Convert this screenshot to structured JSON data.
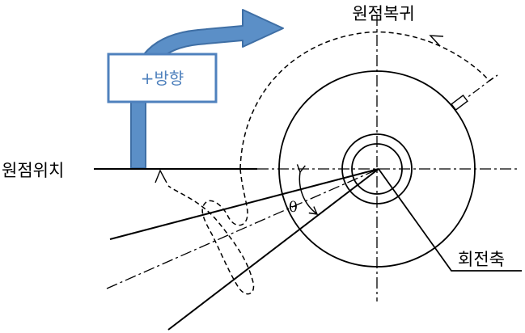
{
  "labels": {
    "origin_return": "원점복귀",
    "origin_position": "원점위치",
    "rotation_axis": "회전축",
    "plus_direction": "+방향",
    "angle": "θ"
  },
  "colors": {
    "arrow_fill": "#5b8fc7",
    "arrow_stroke": "#3f6fa5",
    "box_stroke": "#4f81bd",
    "box_text": "#4f81bd",
    "line": "#000000"
  }
}
